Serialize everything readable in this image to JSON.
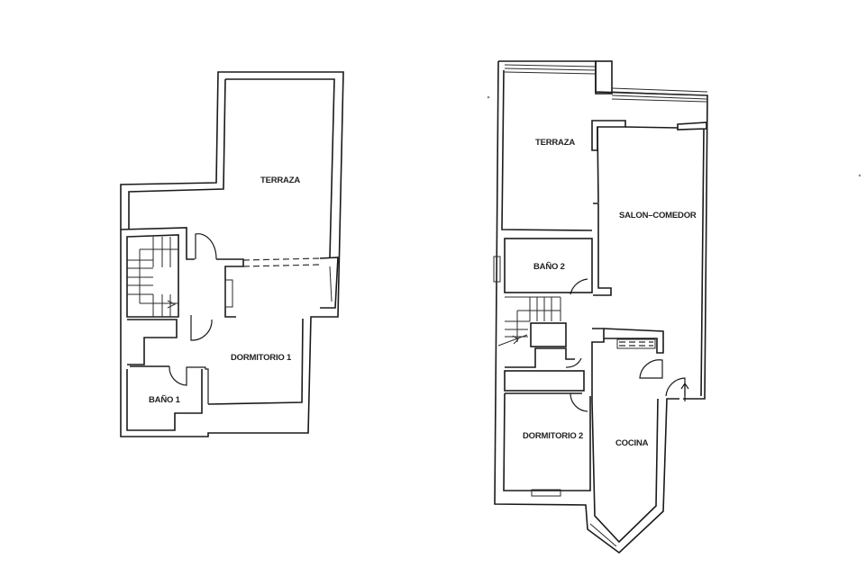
{
  "plan": {
    "upper_floor": {
      "rooms": [
        {
          "id": "terraza",
          "label": "TERRAZA"
        },
        {
          "id": "dormitorio-1",
          "label": "DORMITORIO 1"
        },
        {
          "id": "bano-1",
          "label": "BAÑO 1"
        }
      ]
    },
    "lower_floor": {
      "rooms": [
        {
          "id": "terraza",
          "label": "TERRAZA"
        },
        {
          "id": "salon-comedor",
          "label": "SALON–COMEDOR"
        },
        {
          "id": "bano-2",
          "label": "BAÑO 2"
        },
        {
          "id": "dormitorio-2",
          "label": "DORMITORIO 2"
        },
        {
          "id": "cocina",
          "label": "COCINA"
        }
      ]
    },
    "colors": {
      "background": "#ffffff",
      "lines": "#1a1a1a"
    }
  }
}
